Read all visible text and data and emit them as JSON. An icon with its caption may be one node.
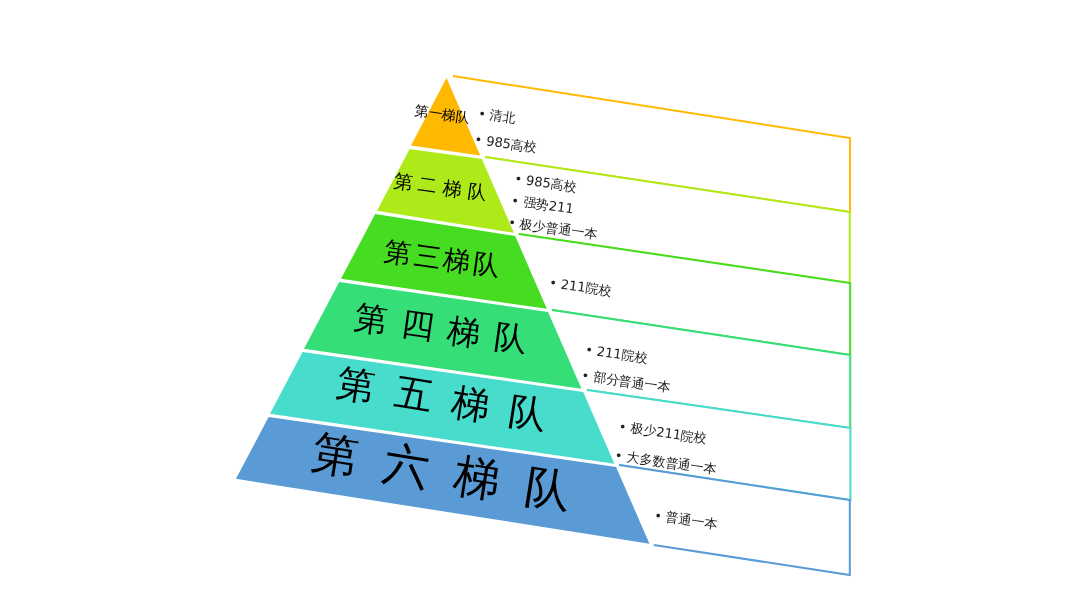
{
  "diagram": {
    "nodes": [
      {
        "text": [
          "第一梯队"
        ]
      },
      {
        "text": [
          "• 清北",
          "• 985高校"
        ]
      },
      {
        "text": [
          "第二梯队"
        ]
      },
      {
        "text": [
          "• 985高校",
          "• 强势211",
          "• 极少普通一本"
        ]
      },
      {
        "text": [
          "第三梯队"
        ]
      },
      {
        "text": [
          "• 211院校"
        ]
      },
      {
        "text": [
          "第四梯队"
        ]
      },
      {
        "text": [
          "• 211院校",
          "• 部分普通一本"
        ]
      },
      {
        "text": [
          "第五梯队"
        ]
      },
      {
        "text": [
          "• 极少211院校",
          "• 大多数普通一本"
        ]
      },
      {
        "text": [
          "第六梯队"
        ]
      },
      {
        "text": [
          "• 普通一本"
        ]
      }
    ]
  }
}
